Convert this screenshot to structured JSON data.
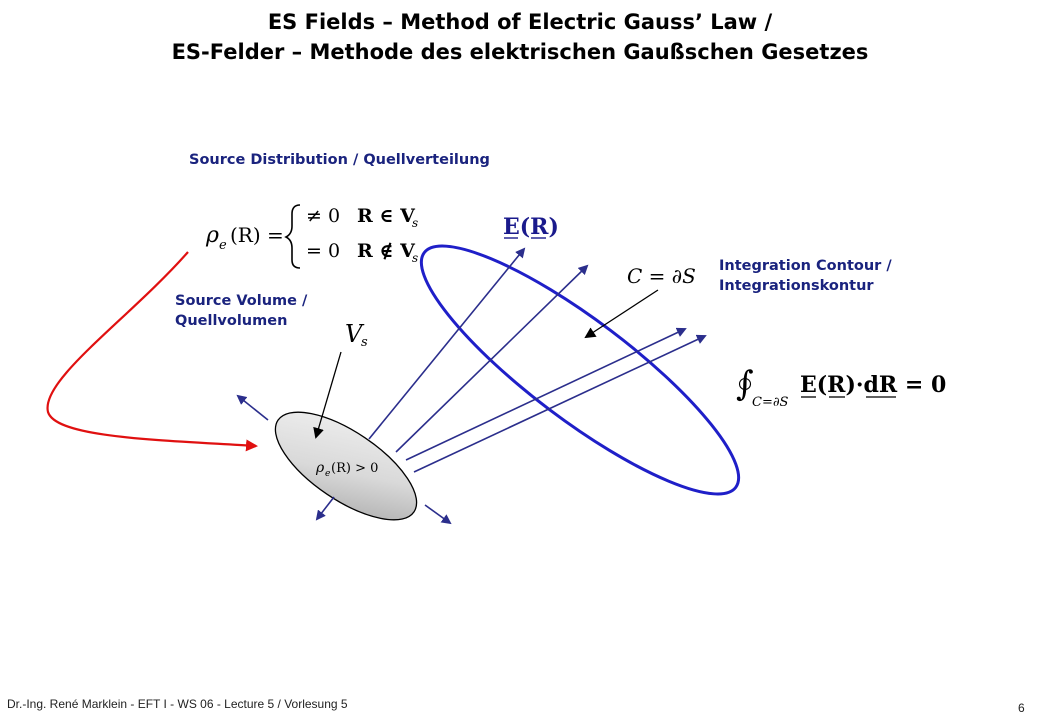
{
  "title": {
    "line1": "ES Fields – Method of Electric Gauss’ Law /",
    "line2": "ES-Felder – Methode des elektrischen Gaußschen Gesetzes"
  },
  "labels": {
    "source_distribution": "Source Distribution / Quellverteilung",
    "integration_contour_1": "Integration Contour /",
    "integration_contour_2": "Integrationskontur",
    "source_volume_1": "Source Volume /",
    "source_volume_2": "Quellvolumen"
  },
  "math": {
    "rho": "ρ",
    "rho_sub": "e",
    "arg_R": "(R) =",
    "case1": "≠ 0",
    "case1_cond": "R ∈ V",
    "case2": "= 0",
    "case2_cond": "R ∉ V",
    "sub_s": "s",
    "field": "E(R)",
    "contour": "C = ∂S",
    "vs": "V",
    "vs_sub": "s",
    "inside": "ρ",
    "inside_sub": "e",
    "inside_rest": "(R) > 0",
    "integral_sub": "C=∂S",
    "integral_body": "E(R)·dR = 0"
  },
  "footer": {
    "text": "Dr.-Ing. René Marklein - EFT I - WS 06 - Lecture 5 / Vorlesung 5",
    "page": "6"
  },
  "colors": {
    "label": "#1a237e",
    "arrow_blue": "#2b2e8c",
    "ellipse_blue": "#1f1fc8",
    "red_curve": "#e01010"
  }
}
